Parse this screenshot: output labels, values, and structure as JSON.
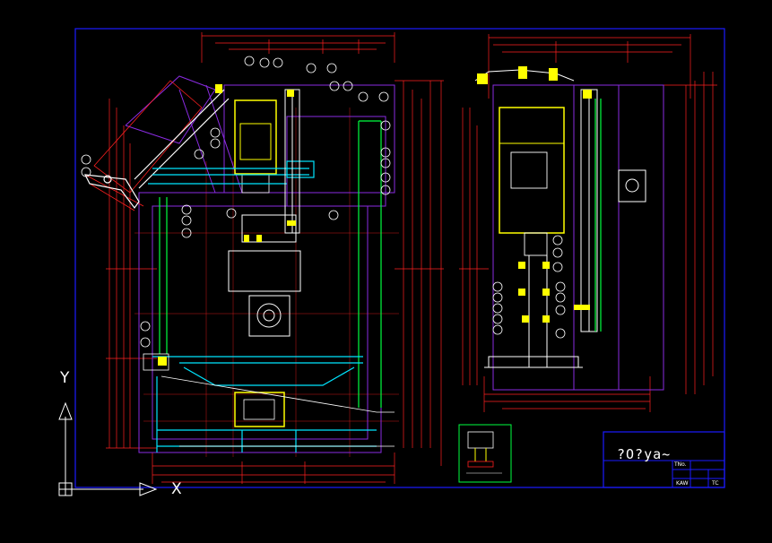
{
  "titleblock": {
    "title": "?O?ya~",
    "label_no": "TNo.",
    "label_a": "KAW",
    "label_b": "TC"
  },
  "ucs": {
    "x_label": "X",
    "y_label": "Y"
  },
  "colors": {
    "background": "#000000",
    "frame": "#1a1aff",
    "dimension": "#ff2020",
    "outline": "#8a2be2",
    "part_yellow": "#ffff00",
    "part_cyan": "#00e5ff",
    "part_green": "#00ff40",
    "part_white": "#ffffff"
  }
}
